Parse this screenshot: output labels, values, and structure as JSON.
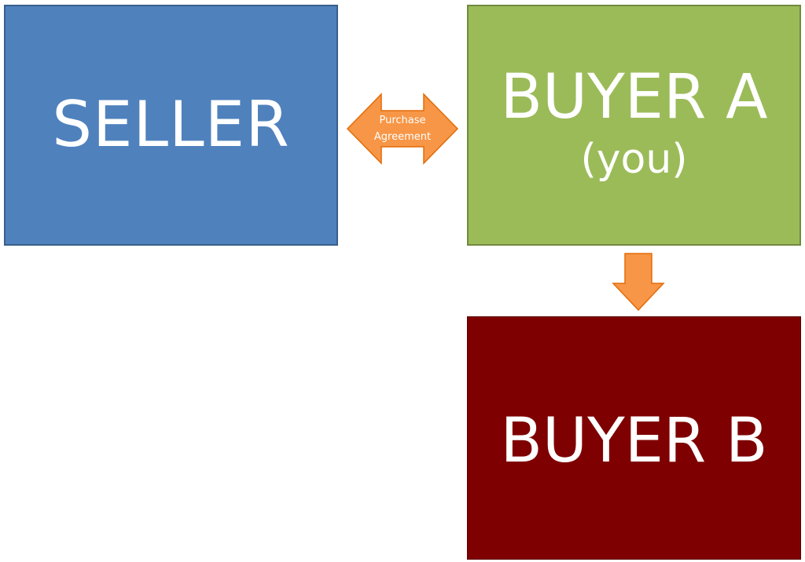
{
  "diagram": {
    "seller": {
      "label": "SELLER"
    },
    "buyer_a": {
      "label": "BUYER A",
      "sublabel": "(you)"
    },
    "buyer_b": {
      "label": "BUYER B"
    },
    "connector": {
      "line1": "Purchase",
      "line2": "Agreement"
    }
  },
  "colors": {
    "seller_fill": "#4f81bd",
    "buyer_a_fill": "#9bbb59",
    "buyer_b_fill": "#7f0000",
    "arrow_fill": "#f79646",
    "arrow_stroke": "#e36c09"
  },
  "icons": {
    "double_arrow": "double-headed-arrow-icon",
    "down_arrow": "down-arrow-icon"
  }
}
